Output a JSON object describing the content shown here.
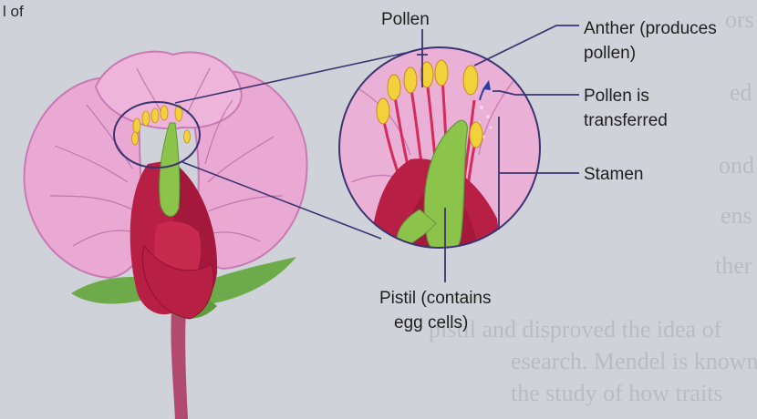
{
  "corner_text": "l of",
  "labels": {
    "pollen": "Pollen",
    "anther_line1": "Anther (produces",
    "anther_line2": "pollen)",
    "transfer_line1": "Pollen is",
    "transfer_line2": "transferred",
    "stamen": "Stamen",
    "pistil_line1": "Pistil (contains",
    "pistil_line2": "egg cells)"
  },
  "background_text": [
    "ors",
    "ed",
    "ond",
    "ens",
    "ther",
    "pistil and disproved the idea of",
    "esearch. Mendel is known",
    "the study of how traits"
  ],
  "colors": {
    "page_bg": "#cfd2d8",
    "petal": "#e9a9d3",
    "petal_edge": "#c97ab4",
    "petal_vein": "#b86aa3",
    "bud_red": "#b81f45",
    "pistil_green": "#8cc34a",
    "sepal_green": "#6dab4a",
    "stem": "#b04a6e",
    "anther_yellow": "#f2d23c",
    "callout_line": "#3b3472",
    "arrow_blue": "#2c3ea0"
  }
}
